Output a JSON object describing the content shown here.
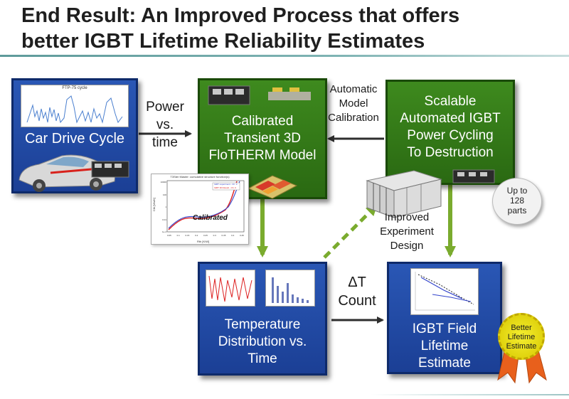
{
  "title": {
    "line1": "End Result: An Improved Process that offers",
    "line2": "better IGBT Lifetime Reliability Estimates"
  },
  "boxes": {
    "car_drive_cycle": {
      "label": "Car Drive Cycle",
      "thumb_title": "FTP-75 cycle"
    },
    "calibrated_model": {
      "line1": "Calibrated",
      "line2": "Transient 3D",
      "line3": "FloTHERM Model"
    },
    "power_cycling": {
      "line1": "Scalable",
      "line2": "Automated IGBT",
      "line3": "Power Cycling",
      "line4": "To Destruction"
    },
    "temperature_distribution": {
      "line1": "Temperature",
      "line2": "Distribution vs.",
      "line3": "Time"
    },
    "field_lifetime": {
      "line1": "IGBT Field",
      "line2": "Lifetime",
      "line3": "Estimate"
    }
  },
  "arrow_labels": {
    "power_vs_time": {
      "line1": "Power",
      "line2": "vs.",
      "line3": "time"
    },
    "automatic_calibration": {
      "line1": "Automatic",
      "line2": "Model",
      "line3": "Calibration"
    },
    "improved_design": {
      "line1": "Improved",
      "line2": "Experiment",
      "line3": "Design"
    },
    "delta_t_count": {
      "line1": "ΔT",
      "line2": "Count"
    }
  },
  "structure_plot": {
    "title": "T3Ster Master: cumulative structure function(s)",
    "legend1": "IGBT experiment - Ch. 0",
    "legend2": "IGBT 3D Result - Ch. 0",
    "calibrated_label": "Calibrated",
    "ylabel": "Cth [Ws/K]",
    "xlabel": "Rth [K/W]",
    "y_ticks": [
      "10000",
      "100",
      "1",
      "0.01",
      "1e-4"
    ],
    "x_ticks": [
      "0.05",
      "0.1",
      "0.15",
      "0.2",
      "0.25",
      "0.3",
      "0.35",
      "0.4",
      "0.45"
    ]
  },
  "sticker": {
    "line1": "Up to",
    "line2": "128",
    "line3": "parts"
  },
  "medal": {
    "line1": "Better",
    "line2": "Lifetime",
    "line3": "Estimate"
  },
  "colors": {
    "blue_box": "#1f47a3",
    "green_box": "#317a17",
    "arrow_green": "#7aab2e",
    "arrow_dark": "#2e2e2e",
    "medal_yellow": "#e8e000",
    "ribbon_orange": "#e8601c"
  }
}
